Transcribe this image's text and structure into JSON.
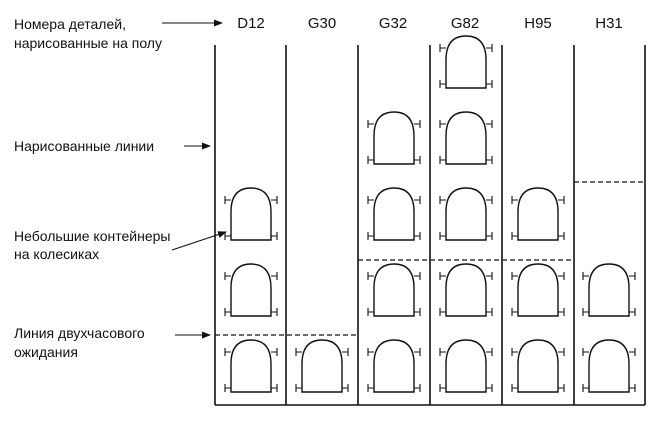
{
  "labels": {
    "part_numbers_line1": "Номера деталей,",
    "part_numbers_line2": "нарисованные на полу",
    "painted_lines": "Нарисованные линии",
    "carts_line1": "Небольшие контейнеры",
    "carts_line2": "на колесиках",
    "two_hour_line1": "Линия двухчасового",
    "two_hour_line2": "ожидания"
  },
  "columns": [
    {
      "name": "D12",
      "carts": 3
    },
    {
      "name": "G30",
      "carts": 1
    },
    {
      "name": "G32",
      "carts": 4
    },
    {
      "name": "G82",
      "carts": 5
    },
    {
      "name": "H95",
      "carts": 3
    },
    {
      "name": "H31",
      "carts": 2
    }
  ]
}
